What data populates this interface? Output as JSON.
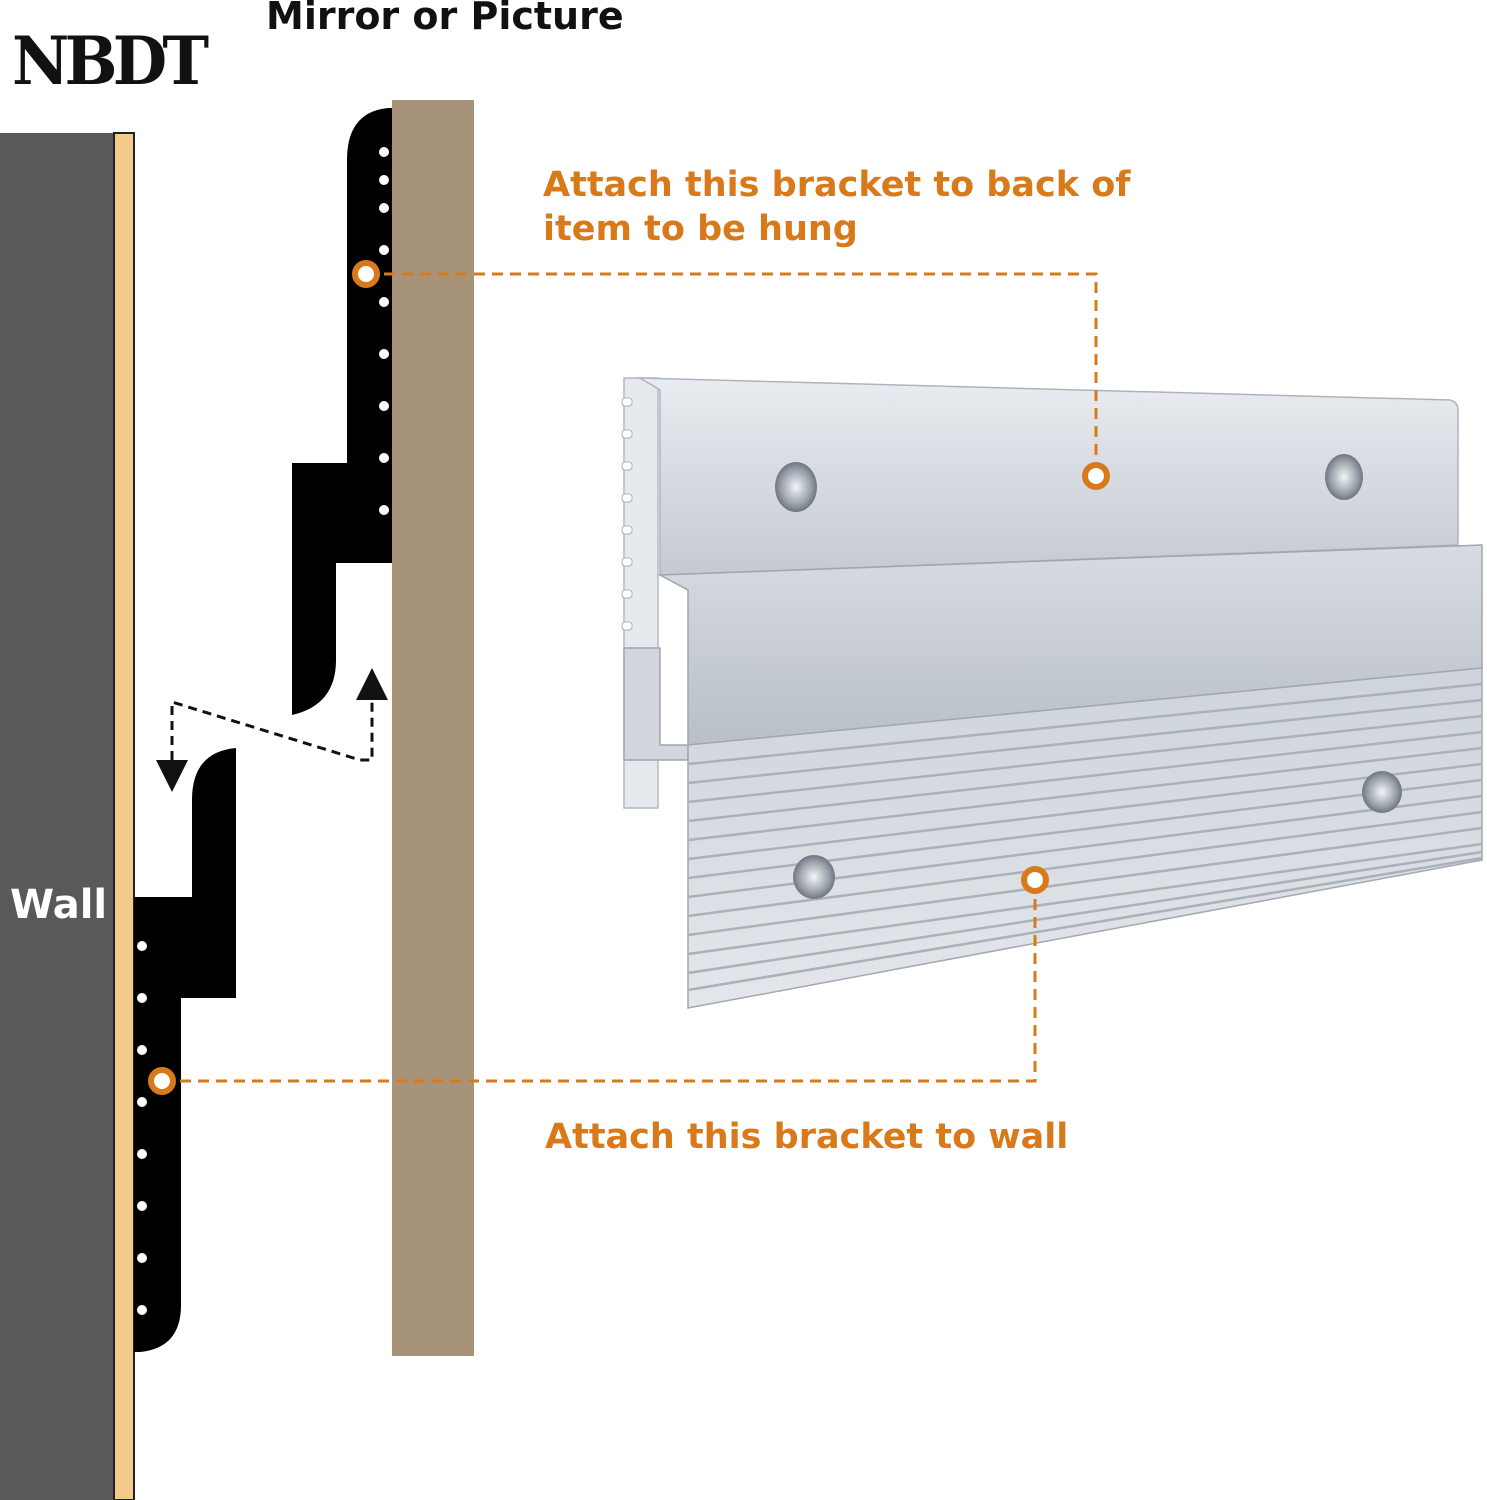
{
  "brand": {
    "logo_text": "NBDT"
  },
  "diagram": {
    "title": "Mirror or Picture",
    "callout_top": "Attach this bracket to back of item to be hung",
    "callout_top_lines": [
      "Attach this bracket to back of",
      "item to be hung"
    ],
    "callout_bottom": "Attach this bracket to wall",
    "wall_label": "Wall"
  },
  "colors": {
    "wall": "#595959",
    "wall_strip": "#f5c98a",
    "picture_board": "#a6937a",
    "bracket": "#000000",
    "accent": "#d97a1a",
    "aluminum": "#c9ced6"
  }
}
